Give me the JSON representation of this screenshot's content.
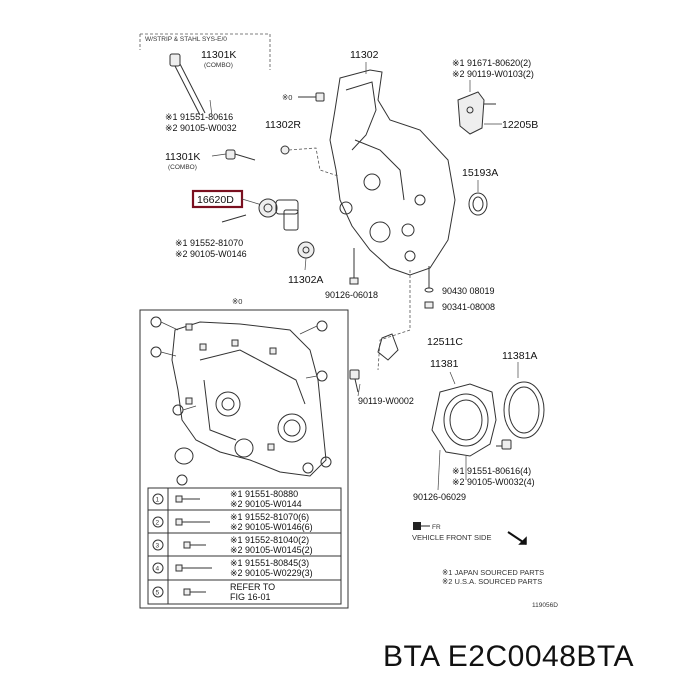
{
  "labels": {
    "top_note": "W/STRIP & STAHL SYS-E/0",
    "p11301k_a": "11301K",
    "p11301k_a_sub": "(COMBO)",
    "p11302": "11302",
    "ref1_a": "※1 91671-80620(2)",
    "ref1_b": "※2 90119-W0103(2)",
    "star_note": "※0",
    "ref2_a": "※1 91551-80616",
    "ref2_b": "※2 90105-W0032",
    "p11302r": "11302R",
    "p12205b": "12205B",
    "p11301k_b": "11301K",
    "p11301k_b_sub": "(COMBO)",
    "p16620d": "16620D",
    "p15193a": "15193A",
    "ref3_a": "※1 91552-81070",
    "ref3_b": "※2 90105-W0146",
    "p11302a": "11302A",
    "p90126_a": "90126-06018",
    "p90430": "90430  08019",
    "p90341": "90341-08008",
    "inset_note": "※0",
    "p12511c": "12511C",
    "p11381": "11381",
    "p11381a": "11381A",
    "p90119": "90119-W0002",
    "ref4_a": "※1 91551-80616(4)",
    "ref4_b": "※2 90105-W0032(4)",
    "p90126_b": "90126-06029",
    "front_arrow": "FR",
    "front_label": "VEHICLE FRONT SIDE",
    "legend_1": "※1 JAPAN SOURCED PARTS",
    "legend_2": "※2 U.S.A. SOURCED PARTS",
    "fig_code": "119056D"
  },
  "table": [
    {
      "num": "1",
      "a": "※1 91551-80880",
      "b": "※2 90105-W0144"
    },
    {
      "num": "2",
      "a": "※1 91552-81070(6)",
      "b": "※2 90105-W0146(6)"
    },
    {
      "num": "3",
      "a": "※1 91552-81040(2)",
      "b": "※2 90105-W0145(2)"
    },
    {
      "num": "4",
      "a": "※1 91551-80845(3)",
      "b": "※2 90105-W0229(3)"
    },
    {
      "num": "5",
      "a": "REFER TO",
      "b": "FIG 16-01"
    }
  ],
  "caption": "BTA E2C0048BTA",
  "highlight_color": "#7a1020"
}
